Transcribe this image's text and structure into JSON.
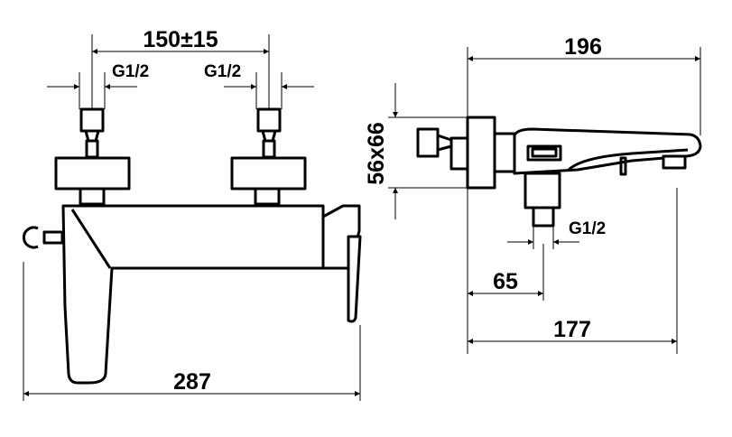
{
  "dimensions": {
    "spacing": "150±15",
    "inlet_left": "G1/2",
    "inlet_right": "G1/2",
    "total_width": "287",
    "depth_total": "196",
    "flange": "56x66",
    "outlet_thread": "G1/2",
    "outlet_offset": "65",
    "spout_length": "177"
  }
}
